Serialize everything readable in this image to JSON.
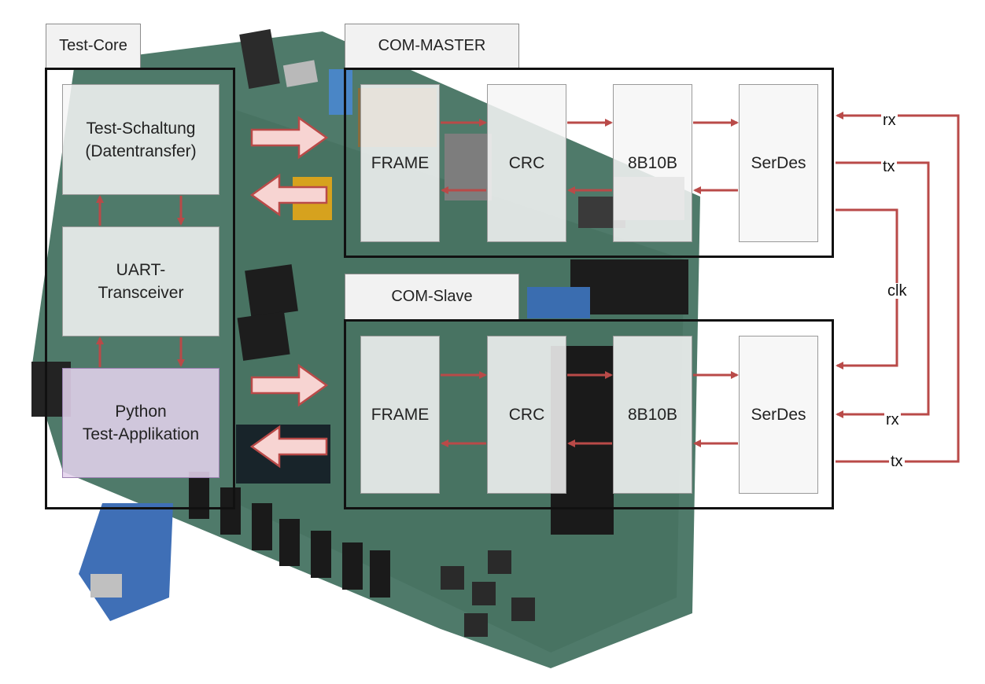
{
  "colors": {
    "wire": "#b94a48",
    "frame": "#111111",
    "block_fill": "#f6f6f6",
    "python_fill": "#e2d2ec",
    "big_arrow_fill": "#f7d4d2"
  },
  "test_core": {
    "tab_label": "Test-Core",
    "test_schaltung": "Test-Schaltung\n(Datentransfer)",
    "uart": "UART-\nTransceiver",
    "python": "Python\nTest-Applikation"
  },
  "com_master": {
    "tab_label": "COM-MASTER",
    "blocks": [
      "FRAME",
      "CRC",
      "8B10B",
      "SerDes"
    ]
  },
  "com_slave": {
    "tab_label": "COM-Slave",
    "blocks": [
      "FRAME",
      "CRC",
      "8B10B",
      "SerDes"
    ]
  },
  "signals": {
    "master_rx": "rx",
    "master_tx": "tx",
    "clk": "clk",
    "slave_rx": "rx",
    "slave_tx": "tx"
  }
}
